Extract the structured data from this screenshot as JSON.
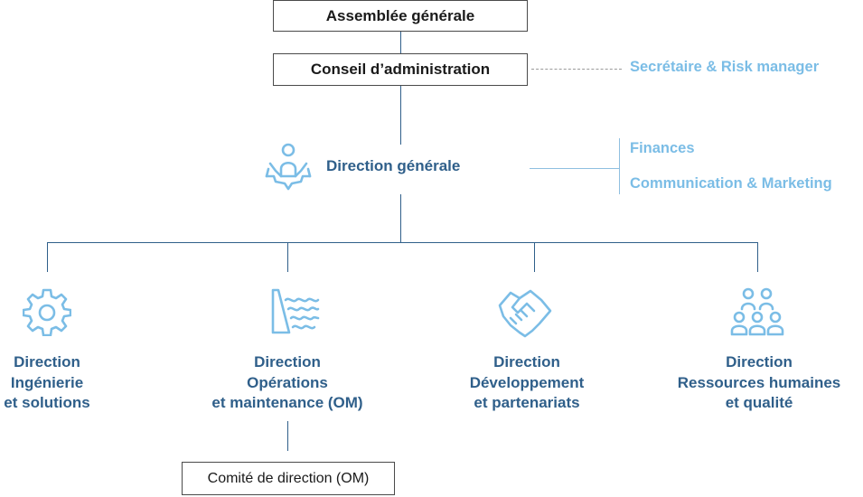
{
  "chart": {
    "assemblee": "Assemblée générale",
    "conseil": "Conseil d’administration",
    "secretaire": "Secrétaire & Risk manager",
    "direction_generale": "Direction générale",
    "finances": "Finances",
    "communication": "Communication & Marketing",
    "directions": [
      {
        "l1": "Direction",
        "l2": "Ingénierie",
        "l3": "et solutions",
        "icon": "gear-icon"
      },
      {
        "l1": "Direction",
        "l2": "Opérations",
        "l3": "et maintenance (OM)",
        "icon": "water-dam-icon"
      },
      {
        "l1": "Direction",
        "l2": "Développement",
        "l3": "et partenariats",
        "icon": "handshake-icon"
      },
      {
        "l1": "Direction",
        "l2": "Ressources humaines",
        "l3": "et qualité",
        "icon": "people-group-icon"
      }
    ],
    "comite": "Comité de direction (OM)",
    "colors": {
      "dark_blue": "#2f5f8a",
      "light_blue": "#7bbde6",
      "border": "#4a4a4a"
    }
  }
}
